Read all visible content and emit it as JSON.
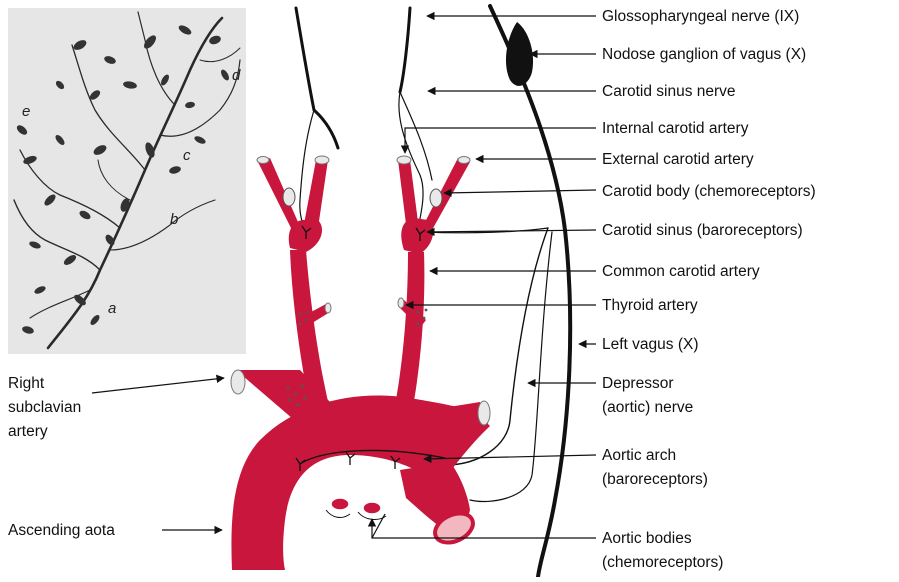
{
  "colors": {
    "artery": "#c8163c",
    "artery_cut_edge": "#e9e9e9",
    "aortic_lumen": "#f3b7bf",
    "nerve": "#111111",
    "micrograph_bg": "#e6e6e6"
  },
  "micrograph": {
    "letters": [
      "a",
      "b",
      "c",
      "d",
      "e"
    ]
  },
  "labels": {
    "glossopharyngeal": "Glossopharyngeal nerve (IX)",
    "nodose": "Nodose ganglion of vagus (X)",
    "carotid_sinus_nerve": "Carotid sinus nerve",
    "internal_carotid": "Internal carotid artery",
    "external_carotid": "External carotid artery",
    "carotid_body": "Carotid body (chemoreceptors)",
    "carotid_sinus": "Carotid sinus (baroreceptors)",
    "common_carotid": "Common carotid artery",
    "thyroid": "Thyroid artery",
    "left_vagus": "Left vagus (X)",
    "depressor_1": "Depressor",
    "depressor_2": "(aortic) nerve",
    "aortic_arch_1": "Aortic arch",
    "aortic_arch_2": "(baroreceptors)",
    "aortic_bodies_1": "Aortic bodies",
    "aortic_bodies_2": "(chemoreceptors)",
    "right_subclavian_1": "Right",
    "right_subclavian_2": "subclavian",
    "right_subclavian_3": "artery",
    "ascending_aorta": "Ascending aota"
  }
}
